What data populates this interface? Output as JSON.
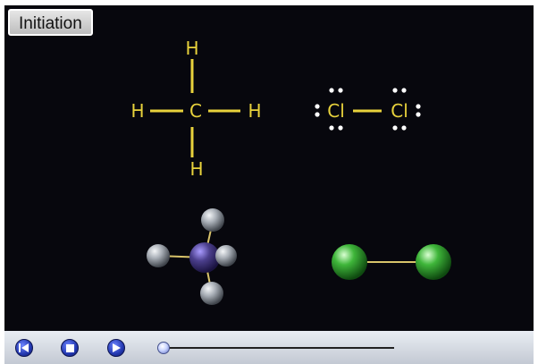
{
  "window": {
    "title": "Initiation"
  },
  "methane_lewis": {
    "center": "C",
    "top": "H",
    "bottom": "H",
    "left": "H",
    "right": "H"
  },
  "chlorine_lewis": {
    "atom1": "Cl",
    "atom2": "Cl"
  },
  "colors": {
    "stage_background": "#07070d",
    "lewis_text": "#e8d23c",
    "chlorine_sphere": "#3fb63a",
    "carbon_sphere": "#4b3f8c",
    "hydrogen_sphere": "#9aa0a8",
    "control_button": "#2338b0"
  },
  "controls": {
    "rewind_icon": "rewind-icon",
    "stop_icon": "stop-icon",
    "play_icon": "play-icon",
    "progress": 0.0
  }
}
